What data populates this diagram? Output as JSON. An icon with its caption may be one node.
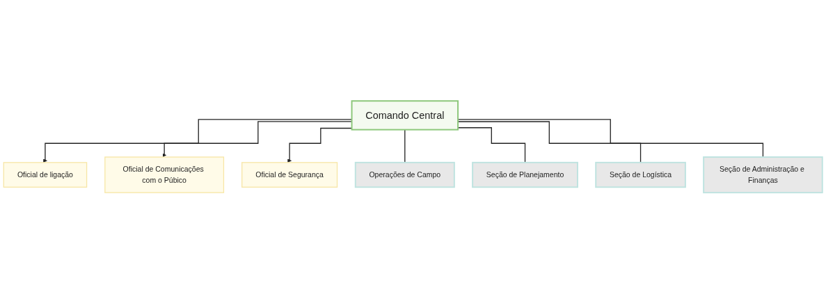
{
  "diagram": {
    "nodes": [
      {
        "text": [
          "Comando Central"
        ]
      },
      {
        "text": [
          "Oficial de ligação"
        ]
      },
      {
        "text": [
          "Oficial de Comunicações com o Púbico"
        ]
      },
      {
        "text": [
          "Oficial de Segurança"
        ]
      },
      {
        "text": [
          "Operações de Campo"
        ]
      },
      {
        "text": [
          "Seção de Planejamento"
        ]
      },
      {
        "text": [
          "Seção de Logística"
        ]
      },
      {
        "text": [
          "Seção de Administração e Finanças"
        ]
      }
    ],
    "edges": [
      {
        "from": 0,
        "to": 1,
        "arrow": "to"
      },
      {
        "from": 0,
        "to": 2,
        "arrow": "to"
      },
      {
        "from": 0,
        "to": 3,
        "arrow": "to"
      },
      {
        "from": 0,
        "to": 4,
        "arrow": "none"
      },
      {
        "from": 0,
        "to": 5,
        "arrow": "none"
      },
      {
        "from": 0,
        "to": 6,
        "arrow": "none"
      },
      {
        "from": 0,
        "to": 7,
        "arrow": "none"
      }
    ]
  }
}
